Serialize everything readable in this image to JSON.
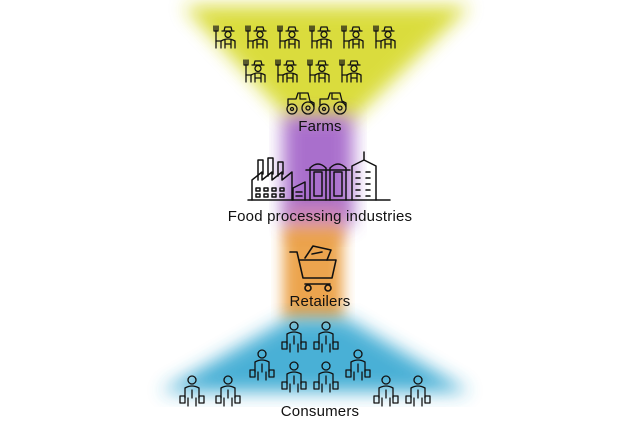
{
  "stages": [
    {
      "key": "farms",
      "label": "Farms",
      "color": "#d4d71f"
    },
    {
      "key": "industries",
      "label": "Food processing industries",
      "color": "#9b57c4"
    },
    {
      "key": "retailers",
      "label": "Retailers",
      "color": "#ea9b3a"
    },
    {
      "key": "consumers",
      "label": "Consumers",
      "color": "#2aa3cf"
    }
  ],
  "icons": {
    "farmer": "farmer-icon",
    "tractor": "tractor-icon",
    "factory": "factory-icon",
    "cart": "shopping-cart-icon",
    "consumer": "consumer-icon"
  }
}
